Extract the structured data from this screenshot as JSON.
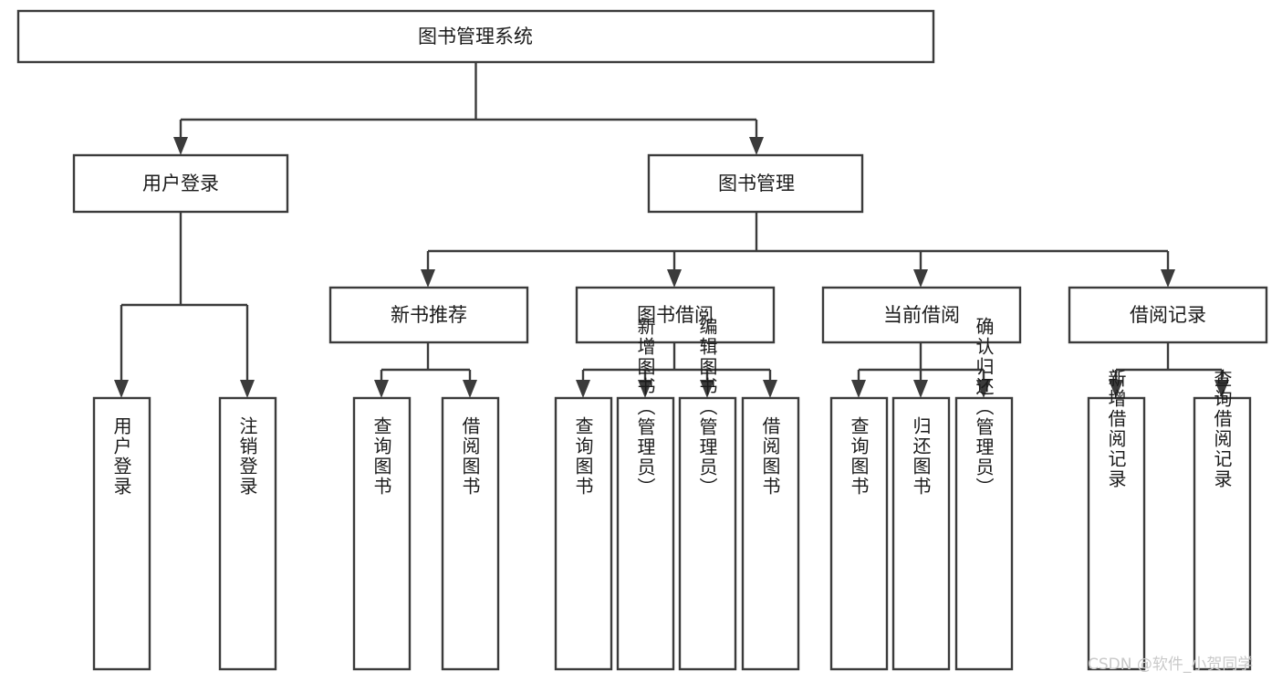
{
  "diagram": {
    "title": "图书管理系统",
    "type": "tree-hierarchy-chart",
    "root": {
      "label": "图书管理系统"
    },
    "level2": [
      {
        "label": "用户登录"
      },
      {
        "label": "图书管理"
      }
    ],
    "level3": [
      {
        "label": "新书推荐"
      },
      {
        "label": "图书借阅"
      },
      {
        "label": "当前借阅"
      },
      {
        "label": "借阅记录"
      }
    ],
    "leaves": {
      "user_login": [
        {
          "label": "用户登录"
        },
        {
          "label": "注销登录"
        }
      ],
      "new_book_recommend": [
        {
          "label": "查询图书"
        },
        {
          "label": "借阅图书"
        }
      ],
      "book_borrow": [
        {
          "label": "查询图书"
        },
        {
          "label": "新增图书（管理员）"
        },
        {
          "label": "编辑图书（管理员）"
        },
        {
          "label": "借阅图书"
        }
      ],
      "current_borrow": [
        {
          "label": "查询图书"
        },
        {
          "label": "归还图书"
        },
        {
          "label": "确认归还（管理员）"
        }
      ],
      "borrow_record": [
        {
          "label": "新增借阅记录"
        },
        {
          "label": "查询借阅记录"
        }
      ]
    },
    "watermark": "CSDN @软件_小贺同学",
    "colors": {
      "box_stroke": "#3b3b3b",
      "box_fill": "#ffffff",
      "text": "#1b1b1b",
      "watermark": "#c9c9c9",
      "background": "#ffffff"
    }
  }
}
